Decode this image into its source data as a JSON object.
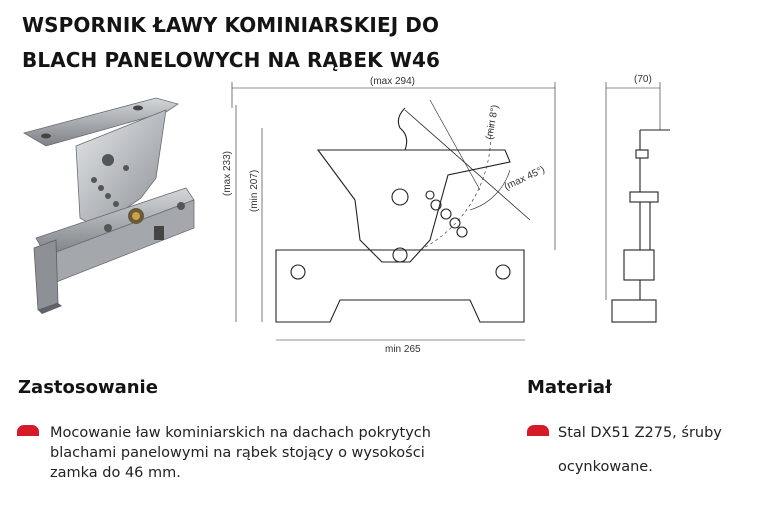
{
  "title": {
    "line1": "WSPORNIK ŁAWY KOMINIARSKIEJ DO",
    "line2": "BLACH PANELOWYCH NA RĄBEK W46"
  },
  "drawing": {
    "dim_max_width": "(max 294)",
    "dim_min_width": "min 265",
    "dim_max_height": "(max 233)",
    "dim_min_height": "(min 207)",
    "dim_max_angle_top": "(min 8°)",
    "dim_max_angle": "(max 45°)",
    "dim_depth": "(70)"
  },
  "application": {
    "heading": "Zastosowanie",
    "lines": [
      "Mocowanie ław kominiarskich na dachach pokrytych",
      "blachami panelowymi na rąbek stojący o wysokości",
      "zamka do 46 mm."
    ]
  },
  "material": {
    "heading": "Materiał",
    "line1": "Stal DX51 Z275, śruby",
    "line2": "ocynkowane."
  },
  "colors": {
    "accent": "#d51a2a",
    "text": "#141414"
  }
}
